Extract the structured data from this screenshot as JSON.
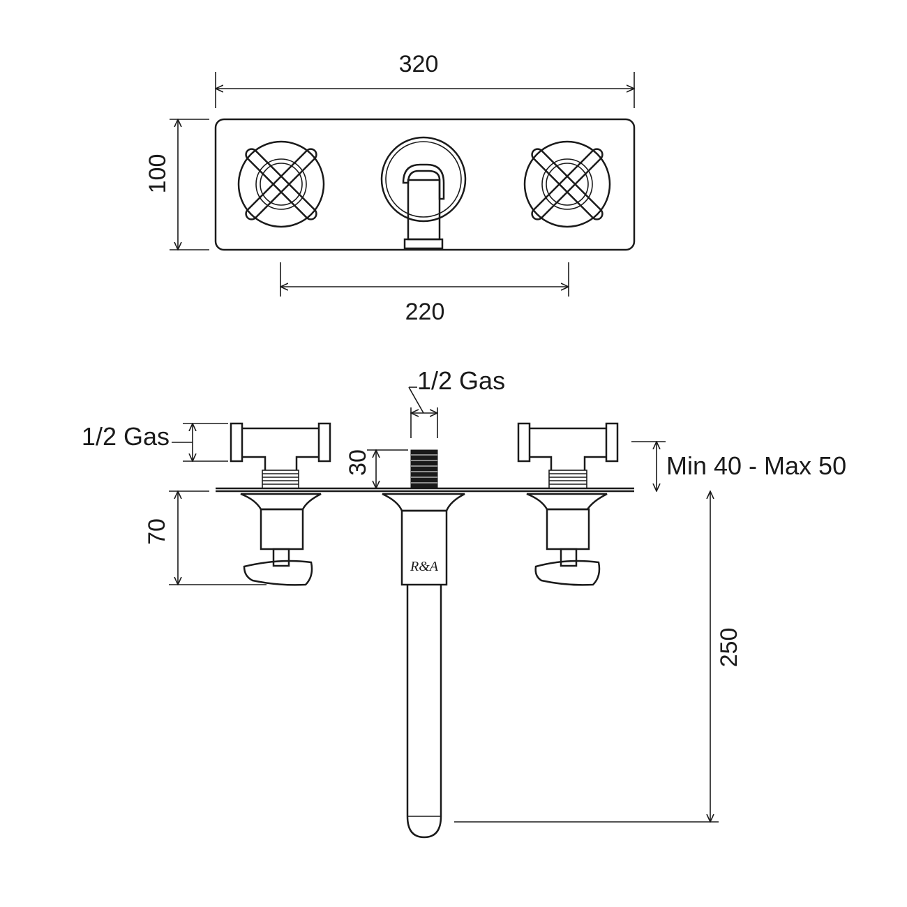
{
  "front_view": {
    "width_label": "320",
    "height_label": "100",
    "spacing_label": "220"
  },
  "side_view": {
    "spout_thread_label": "1/2 Gas",
    "valve_thread_label": "1/2 Gas",
    "thread_length_label": "30",
    "wall_range_label": "Min 40 - Max 50",
    "handle_projection_label": "70",
    "spout_reach_label": "250",
    "logo_text": "R&A"
  },
  "colors": {
    "line": "#1a1a1a",
    "background": "#ffffff"
  }
}
